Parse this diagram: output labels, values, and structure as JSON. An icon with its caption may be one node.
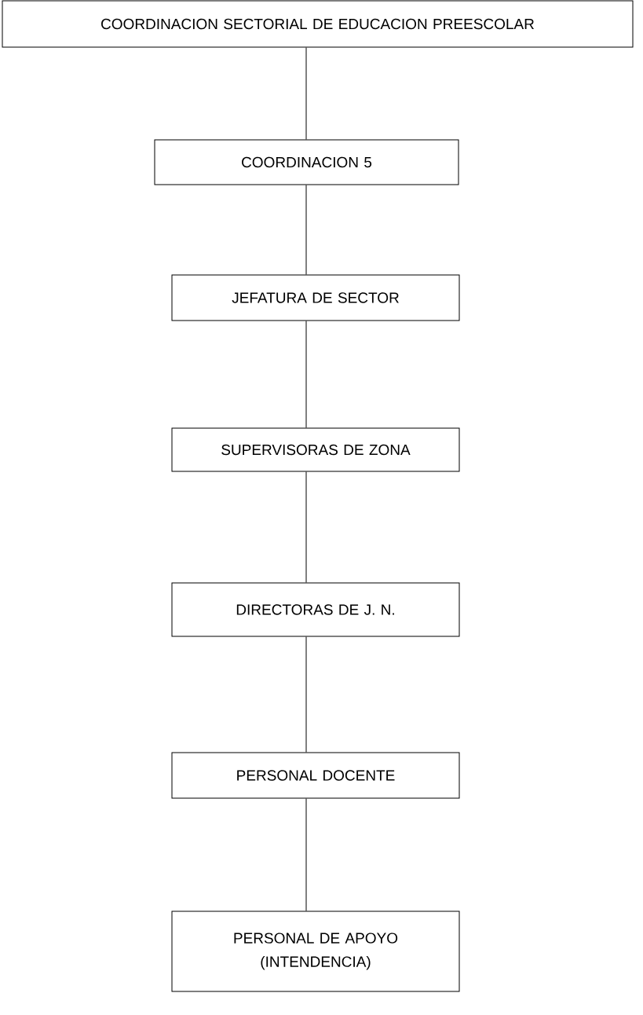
{
  "diagram": {
    "nodes": [
      {
        "text": [
          "COORDINACION SECTORIAL DE EDUCACION PREESCOLAR"
        ]
      },
      {
        "text": [
          "COORDINACION 5"
        ]
      },
      {
        "text": [
          "JEFATURA DE SECTOR"
        ]
      },
      {
        "text": [
          "SUPERVISORAS DE ZONA"
        ]
      },
      {
        "text": [
          "DIRECTORAS DE J. N."
        ]
      },
      {
        "text": [
          "PERSONAL DOCENTE"
        ]
      },
      {
        "text": [
          "PERSONAL DE APOYO (INTENDENCIA)"
        ]
      }
    ],
    "edges": [
      {
        "from": 0,
        "to": 1,
        "arrow": "none"
      },
      {
        "from": 1,
        "to": 2,
        "arrow": "none"
      },
      {
        "from": 2,
        "to": 3,
        "arrow": "none"
      },
      {
        "from": 3,
        "to": 4,
        "arrow": "none"
      },
      {
        "from": 4,
        "to": 5,
        "arrow": "none"
      },
      {
        "from": 5,
        "to": 6,
        "arrow": "none"
      }
    ]
  }
}
